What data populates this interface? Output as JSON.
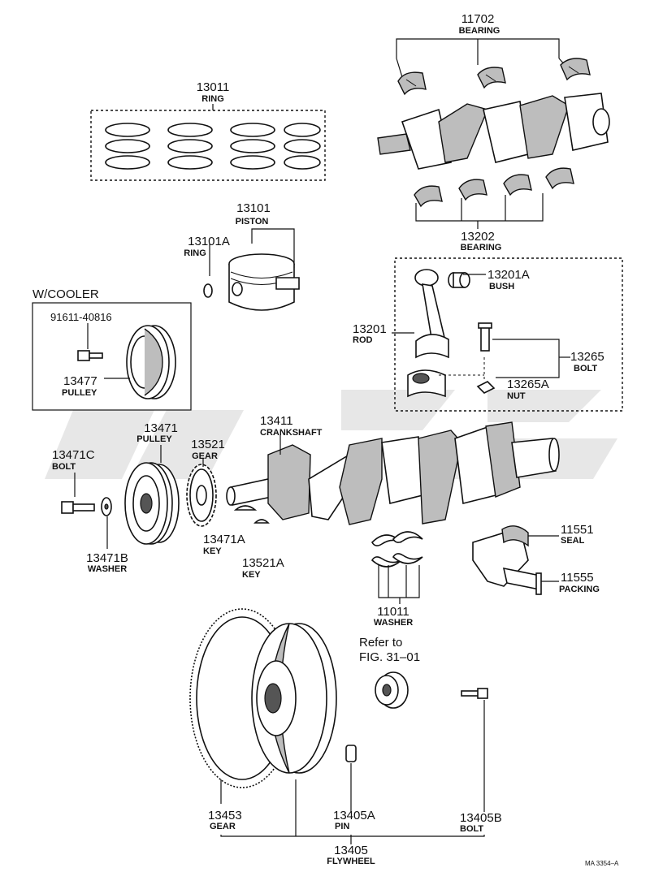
{
  "parts": {
    "p11702": {
      "num": "11702",
      "name": "BEARING"
    },
    "p13011": {
      "num": "13011",
      "name": "RING"
    },
    "p13101": {
      "num": "13101",
      "name": "PISTON"
    },
    "p13101a": {
      "num": "13101A",
      "name": "RING"
    },
    "p13202": {
      "num": "13202",
      "name": "BEARING"
    },
    "p13201a": {
      "num": "13201A",
      "name": "BUSH"
    },
    "p13201": {
      "num": "13201",
      "name": "ROD"
    },
    "p13265": {
      "num": "13265",
      "name": "BOLT"
    },
    "p13265a": {
      "num": "13265A",
      "name": "NUT"
    },
    "p91611": {
      "num": "91611-40816"
    },
    "p13477": {
      "num": "13477",
      "name": "PULLEY"
    },
    "p13471": {
      "num": "13471",
      "name": "PULLEY"
    },
    "p13521": {
      "num": "13521",
      "name": "GEAR"
    },
    "p13411": {
      "num": "13411",
      "name": "CRANKSHAFT"
    },
    "p13471c": {
      "num": "13471C",
      "name": "BOLT"
    },
    "p13471b": {
      "num": "13471B",
      "name": "WASHER"
    },
    "p13471a": {
      "num": "13471A",
      "name": "KEY"
    },
    "p13521a": {
      "num": "13521A",
      "name": "KEY"
    },
    "p11551": {
      "num": "11551",
      "name": "SEAL"
    },
    "p11555": {
      "num": "11555",
      "name": "PACKING"
    },
    "p11011": {
      "num": "11011",
      "name": "WASHER"
    },
    "p13453": {
      "num": "13453",
      "name": "GEAR"
    },
    "p13405a": {
      "num": "13405A",
      "name": "PIN"
    },
    "p13405b": {
      "num": "13405B",
      "name": "BOLT"
    },
    "p13405": {
      "num": "13405",
      "name": "FLYWHEEL"
    }
  },
  "cooler_label": "W/COOLER",
  "refer": {
    "line1": "Refer to",
    "line2": "FIG. 31–01"
  },
  "drawing_code": "MA 3354–A"
}
